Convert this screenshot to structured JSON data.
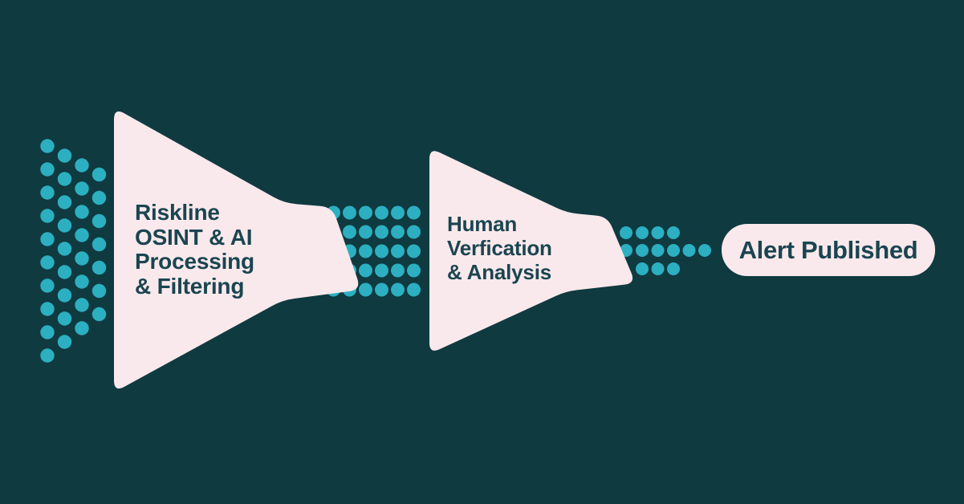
{
  "colors": {
    "background": "#0F3A40",
    "dots": "#2CAFC1",
    "shape_fill": "#FAE9EC",
    "text": "#1A4550"
  },
  "diagram": {
    "stage1": {
      "lines": [
        "Riskline",
        "OSINT & AI",
        "Processing",
        "& Filtering"
      ]
    },
    "stage2": {
      "lines": [
        "Human",
        "Verfication",
        "& Analysis"
      ]
    },
    "stage3": {
      "label": "Alert Published"
    }
  }
}
